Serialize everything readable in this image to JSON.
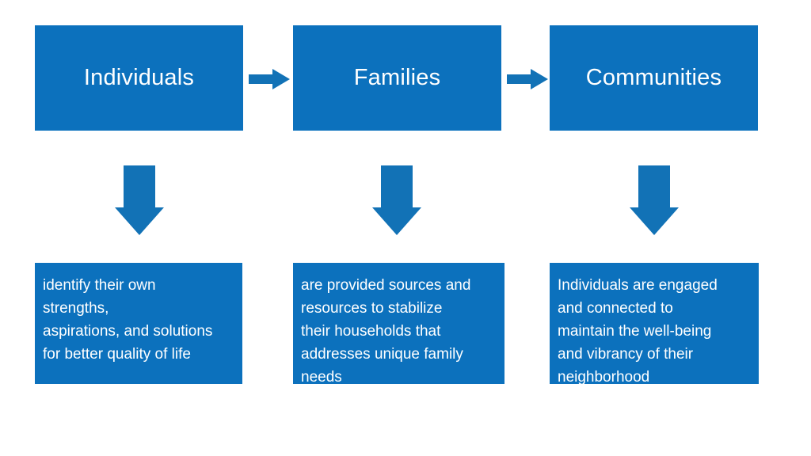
{
  "diagram": {
    "type": "process-flow",
    "theme": {
      "box_fill": "#0c71bd",
      "arrow_fill": "#1272b6",
      "text_color": "#ffffff",
      "background": "#ffffff"
    },
    "stages": [
      {
        "id": "individuals",
        "title": "Individuals",
        "description": "identify their own\nstrengths,\naspirations, and solutions\nfor better quality of life",
        "down_arrow_name": "down-arrow-icon"
      },
      {
        "id": "families",
        "title": "Families",
        "description": "are provided sources  and\nresources  to stabilize\ntheir households  that\naddresses  unique family\nneeds",
        "down_arrow_name": "down-arrow-icon"
      },
      {
        "id": "communities",
        "title": "Communities",
        "description": "Individuals are engaged\nand connected  to\nmaintain the well-being\nand vibrancy of their\nneighborhood",
        "down_arrow_name": "down-arrow-icon"
      }
    ],
    "connectors": [
      {
        "id": "individuals-to-families",
        "icon": "right-arrow-icon"
      },
      {
        "id": "families-to-communities",
        "icon": "right-arrow-icon"
      }
    ]
  }
}
